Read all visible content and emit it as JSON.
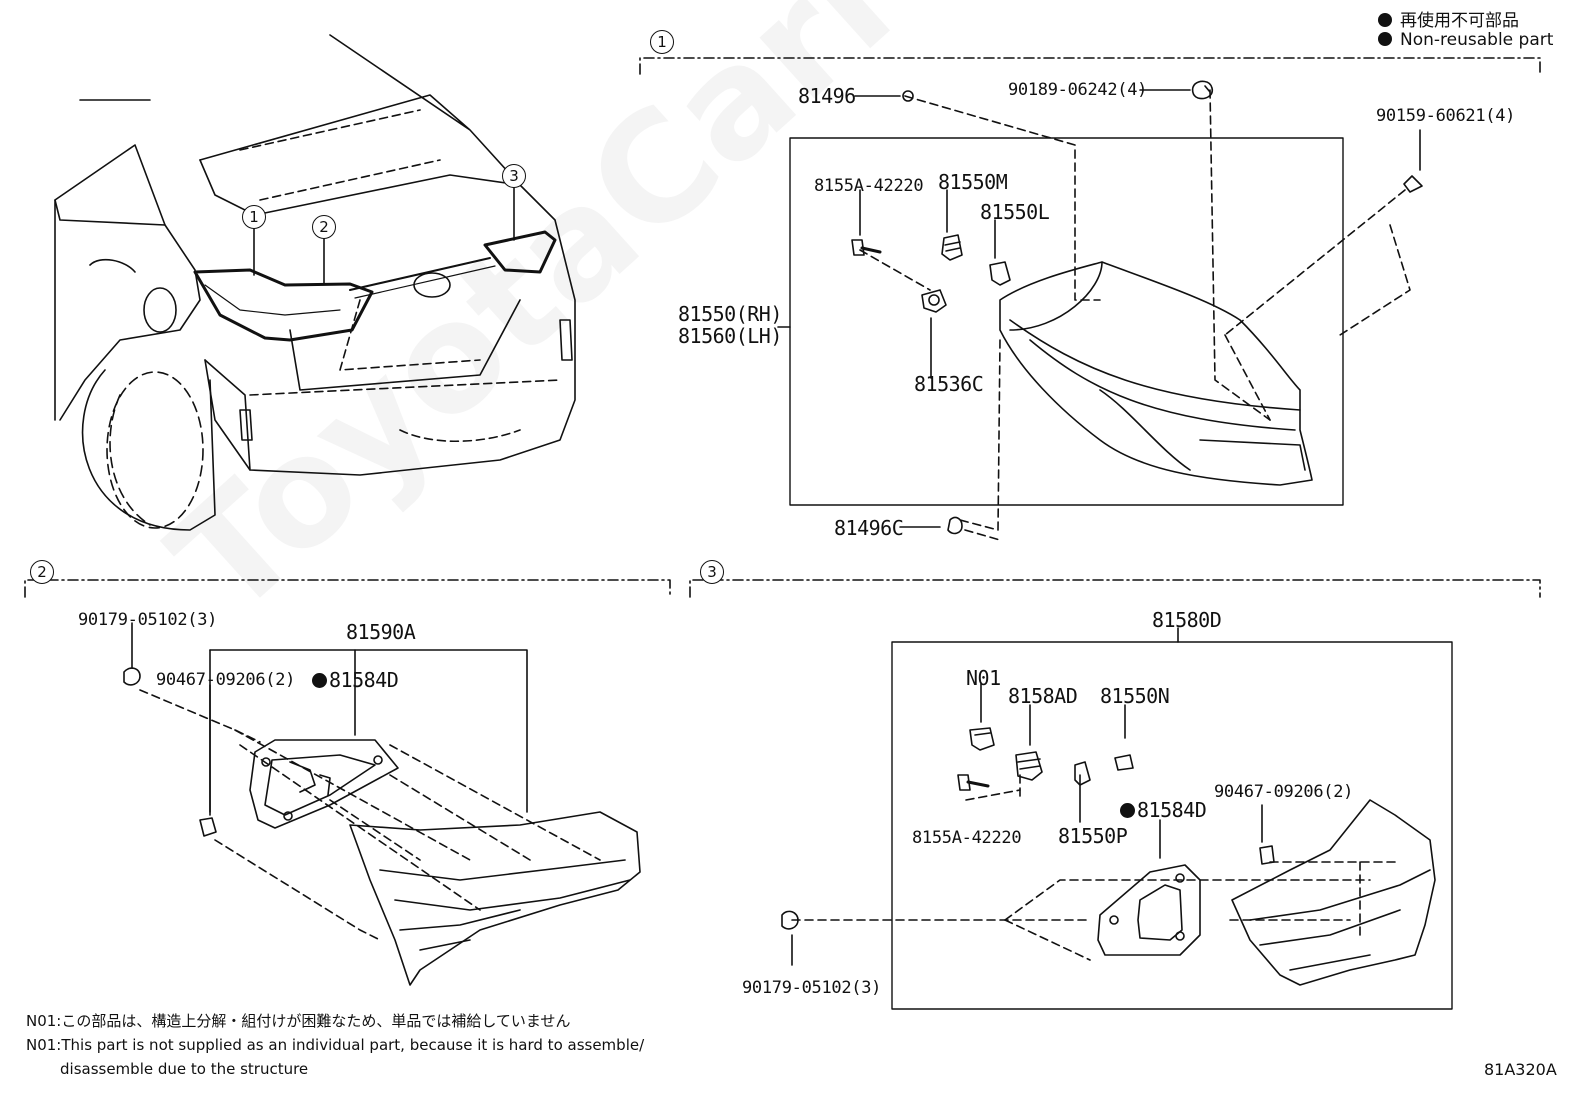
{
  "legend": {
    "jp": "再使用不可部品",
    "en": "Non-reusable part"
  },
  "watermark": "ToyotaCarMine.ru",
  "callouts": [
    "1",
    "2",
    "3"
  ],
  "section1": {
    "number": "1",
    "labels": {
      "p81496": "81496",
      "p90189": "90189-06242(4)",
      "p90159": "90159-60621(4)",
      "p8155A": "8155A-42220",
      "p81550M": "81550M",
      "p81550L": "81550L",
      "p81550RH": "81550(RH)",
      "p81560LH": "81560(LH)",
      "p81536C": "81536C",
      "p81496C": "81496C"
    }
  },
  "section2": {
    "number": "2",
    "labels": {
      "p90179": "90179-05102(3)",
      "p81590A": "81590A",
      "p90467": "90467-09206(2)",
      "p81584D": "81584D"
    }
  },
  "section3": {
    "number": "3",
    "labels": {
      "p81580D": "81580D",
      "pN01": "N01",
      "p8158AD": "8158AD",
      "p81550N": "81550N",
      "p8155A": "8155A-42220",
      "p81550P": "81550P",
      "p81584D": "81584D",
      "p90467": "90467-09206(2)",
      "p90179": "90179-05102(3)"
    }
  },
  "notes": {
    "jp": "N01:この部品は、構造上分解・組付けが困難なため、単品では補給していません",
    "en1": "N01:This part is not supplied as an individual part, because it is hard to assemble/",
    "en2": "disassemble due to the structure"
  },
  "diagram_code": "81A320A"
}
